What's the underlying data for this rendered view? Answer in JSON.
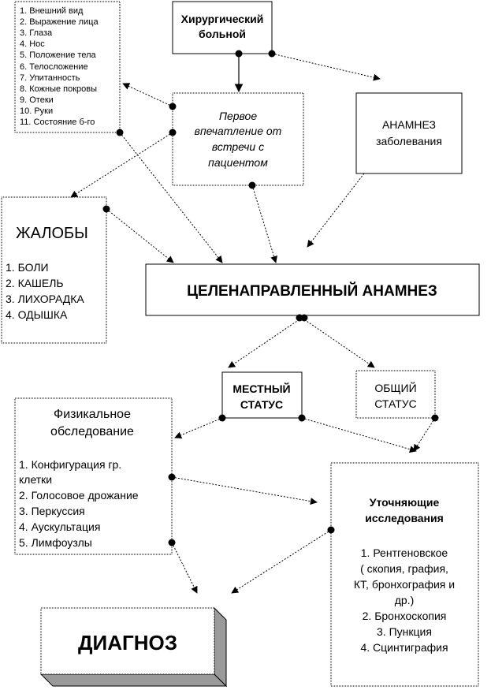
{
  "appearance_list": [
    "1. Внешний вид",
    "2. Выражение лица",
    "3. Глаза",
    "4. Нос",
    "5. Положение тела",
    "6. Телосложение",
    "7. Упитанность",
    "8. Кожные покровы",
    "9. Отеки",
    "10. Руки",
    "11. Состояние б-го"
  ],
  "surgical_patient": [
    "Хирургический",
    "больной"
  ],
  "first_impression": [
    "Первое",
    "впечатление от",
    "встречи с",
    "пациентом"
  ],
  "disease_anamnesis": [
    "АНАМНЕЗ",
    "заболевания"
  ],
  "complaints": {
    "title": "ЖАЛОБЫ",
    "items": [
      "1. БОЛИ",
      "2. КАШЕЛЬ",
      "3. ЛИХОРАДКА",
      "4. ОДЫШКА"
    ]
  },
  "targeted_anamnesis": "ЦЕЛЕНАПРАВЛЕННЫЙ АНАМНЕЗ",
  "local_status": [
    "МЕСТНЫЙ",
    "СТАТУС"
  ],
  "general_status": [
    "ОБЩИЙ",
    "СТАТУС"
  ],
  "physical_exam": {
    "title": [
      "Физикальное",
      "обследование"
    ],
    "items": [
      "1. Конфигурация гр.",
      "клетки",
      "2. Голосовое дрожание",
      "3. Перкуссия",
      "4. Аускультация",
      "5. Лимфоузлы"
    ]
  },
  "clarifying": {
    "title": [
      "Уточняющие",
      "исследования"
    ],
    "items": [
      "1. Рентгеновское",
      "( скопия, графия,",
      "КТ, бронхография и",
      "др.)",
      "2. Бронхоскопия",
      "3. Пункция",
      "4. Сцинтиграфия"
    ]
  },
  "diagnosis": "ДИАГНОЗ"
}
